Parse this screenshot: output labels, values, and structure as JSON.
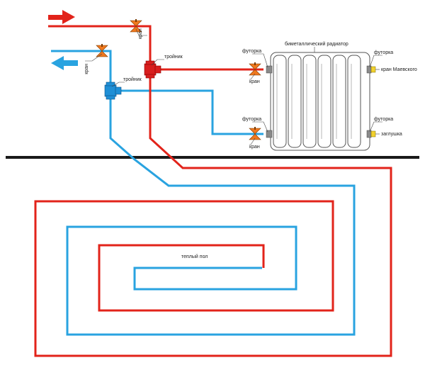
{
  "colors": {
    "supply": "#e2231a",
    "return": "#29a3e0",
    "floor_line": "#1a1a1a",
    "valve": "#f0781e",
    "tee_supply": "#d81e1e",
    "tee_return": "#1f8fd6",
    "radiator_outline": "#555555",
    "fitting_gray": "#8a8a8a",
    "fitting_yellow": "#f2d12e"
  },
  "labels": {
    "valve_supply_top": "кран",
    "valve_return_top": "кран",
    "tee_supply": "тройник",
    "tee_return": "тройник",
    "radiator_title": "биметаллический радиатор",
    "futorka_top_left": "футорка",
    "futorka_bottom_left": "футорка",
    "futorka_top_right": "футорка",
    "futorka_bottom_right": "футорка",
    "valve_radiator_top": "кран",
    "valve_radiator_bottom": "кран",
    "mayevsky_valve": "кран Маевского",
    "plug": "заглушка",
    "warm_floor": "теплый пол"
  },
  "icons": {
    "supply_arrow": "arrow-right-icon",
    "return_arrow": "arrow-left-icon",
    "valve": "ball-valve-icon",
    "tee": "tee-fitting-icon"
  }
}
